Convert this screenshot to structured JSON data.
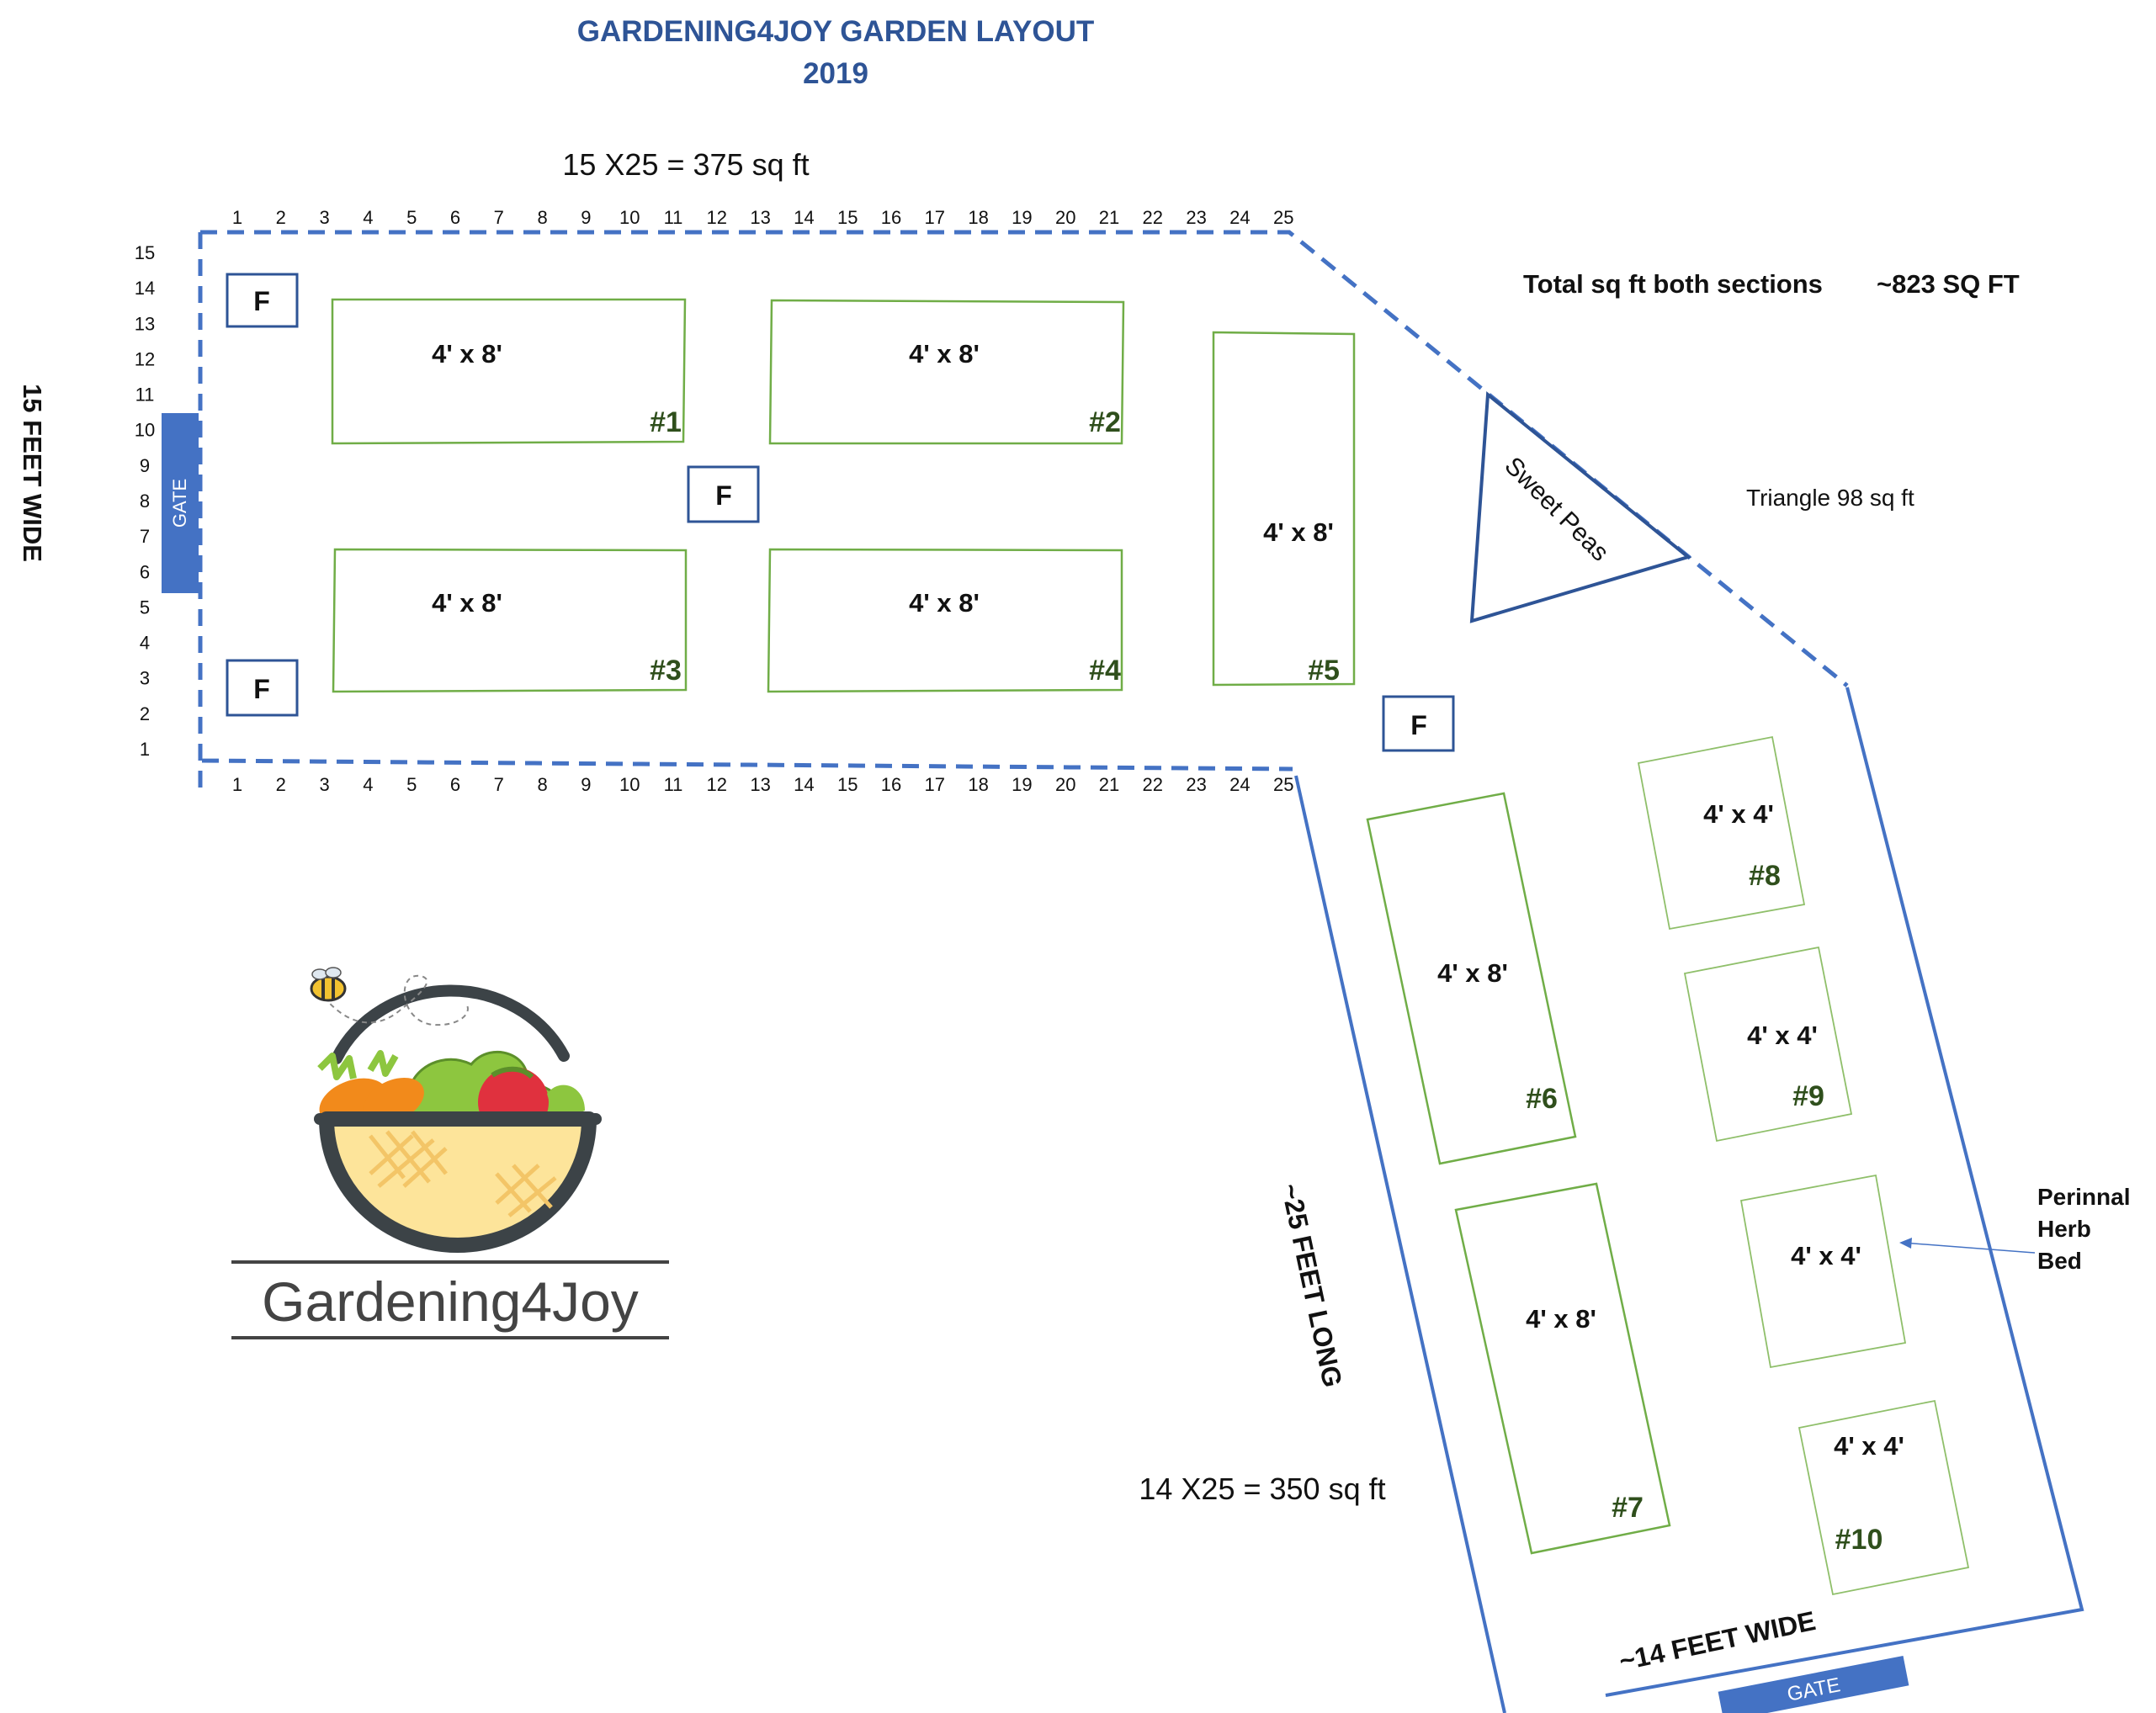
{
  "header": {
    "title": "GARDENING4JOY GARDEN LAYOUT",
    "year": "2019"
  },
  "section1": {
    "area_label": "15 X25 = 375 sq ft",
    "width_label": "15  FEET WIDE",
    "gate_label": "GATE",
    "top_ticks": [
      "1",
      "2",
      "3",
      "4",
      "5",
      "6",
      "7",
      "8",
      "9",
      "10",
      "11",
      "12",
      "13",
      "14",
      "15",
      "16",
      "17",
      "18",
      "19",
      "20",
      "21",
      "22",
      "23",
      "24",
      "25"
    ],
    "bottom_ticks": [
      "1",
      "2",
      "3",
      "4",
      "5",
      "6",
      "7",
      "8",
      "9",
      "10",
      "11",
      "12",
      "13",
      "14",
      "15",
      "16",
      "17",
      "18",
      "19",
      "20",
      "21",
      "22",
      "23",
      "24",
      "25"
    ],
    "side_ticks": [
      "15",
      "14",
      "13",
      "12",
      "11",
      "10",
      "9",
      "8",
      "7",
      "6",
      "5",
      "4",
      "3",
      "2",
      "1"
    ],
    "beds": [
      {
        "size": "4' x 8'",
        "number": "#1"
      },
      {
        "size": "4' x 8'",
        "number": "#2"
      },
      {
        "size": "4' x 8'",
        "number": "#3"
      },
      {
        "size": "4' x 8'",
        "number": "#4"
      },
      {
        "size": "4' x 8'",
        "number": "#5"
      }
    ],
    "feature_label": "F"
  },
  "totals": {
    "label": "Total sq ft both sections",
    "value": "~823 SQ FT"
  },
  "triangle": {
    "label": "Sweet Peas",
    "note": "Triangle  98 sq ft"
  },
  "section2": {
    "area_label": "14 X25 = 350 sq ft",
    "length_label": "~25  FEET LONG",
    "width_label": "~14 FEET WIDE",
    "gate_label": "GATE",
    "feature_label": "F",
    "beds": [
      {
        "size": "4' x 8'",
        "number": "#6"
      },
      {
        "size": "4' x 8'",
        "number": "#7"
      },
      {
        "size": "4' x 4'",
        "number": "#8"
      },
      {
        "size": "4' x 4'",
        "number": "#9"
      },
      {
        "size": "4' x 4'",
        "number": ""
      },
      {
        "size": "4' x 4'",
        "number": "#10"
      }
    ],
    "herb_note": [
      "Perinnal",
      "Herb",
      "Bed"
    ]
  },
  "logo": {
    "text": "Gardening4Joy"
  },
  "colors": {
    "title": "#2e5496",
    "border": "#4472c4",
    "bed": "#70ad47",
    "number": "#2f4f1c"
  }
}
